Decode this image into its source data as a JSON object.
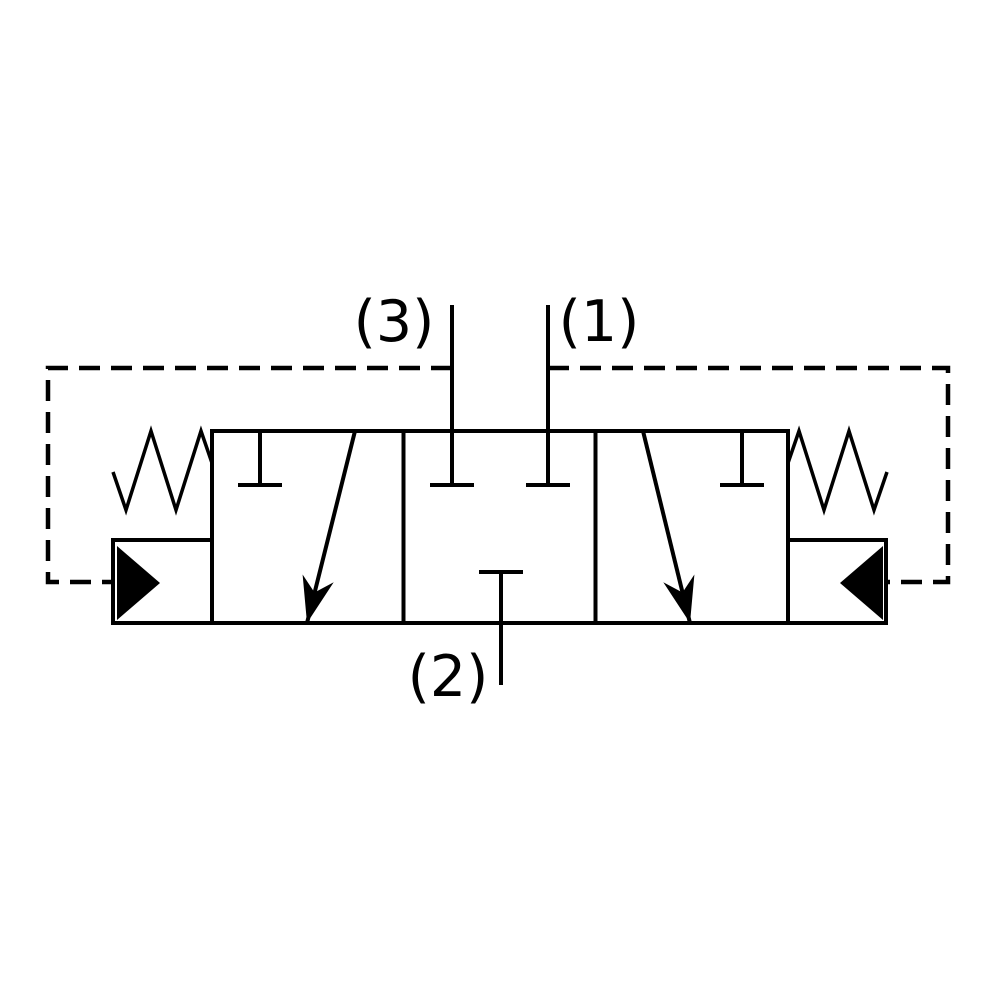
{
  "diagram": {
    "background_color": "#ffffff",
    "line_color": "#000000",
    "labels": {
      "port3": "(3)",
      "port1": "(1)",
      "port2": "(2)"
    }
  }
}
